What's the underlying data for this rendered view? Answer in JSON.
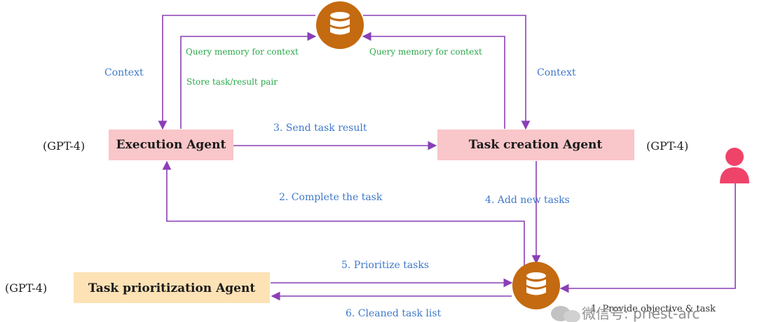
{
  "nodes": {
    "execution_agent": "Execution Agent",
    "task_creation_agent": "Task creation Agent",
    "task_prioritization_agent": "Task prioritization Agent",
    "model_label": "(GPT-4)"
  },
  "edges": {
    "context": "Context",
    "query_memory": "Query memory for context",
    "store_pair": "Store task/result pair",
    "send_result": "3. Send task result",
    "complete_task": "2. Complete the task",
    "add_tasks": "4.  Add new tasks",
    "prioritize": "5. Prioritize tasks",
    "cleaned_list": "6. Cleaned task list",
    "provide_objective": "1. Provide objective & task"
  },
  "watermark": "微信号: priest-arc",
  "colors": {
    "agent_pink": "#f9c6c9",
    "agent_orange": "#fde2b5",
    "database": "#c46a10",
    "arrow": "#8a3fb6",
    "user": "#f0436a",
    "blue_text": "#3f78c9",
    "green_text": "#2aa84a"
  }
}
